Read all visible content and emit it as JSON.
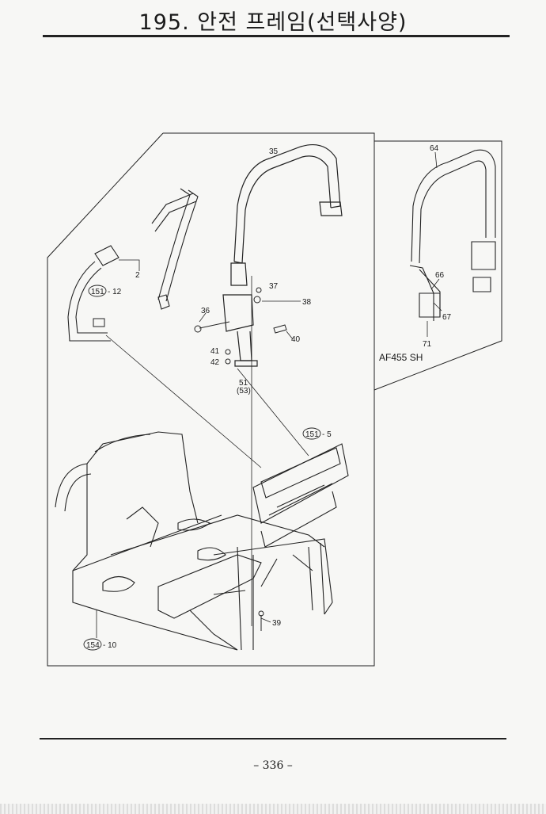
{
  "page": {
    "title": "195. 안전 프레임(선택사양)",
    "page_number": "– 336 –"
  },
  "labels": {
    "p35": "35",
    "p64": "64",
    "p2": "2",
    "p151a_circle": "151",
    "p151a_suffix": "- 12",
    "p37": "37",
    "p38": "38",
    "p36": "36",
    "p40": "40",
    "p41": "41",
    "p42": "42",
    "p51": "51",
    "p53": "(53)",
    "p66": "66",
    "p67": "67",
    "p71": "71",
    "variant": "AF455 SH",
    "p151b_circle": "151",
    "p151b_suffix": "- 5",
    "p39": "39",
    "p154_circle": "154",
    "p154_suffix": "- 10"
  }
}
